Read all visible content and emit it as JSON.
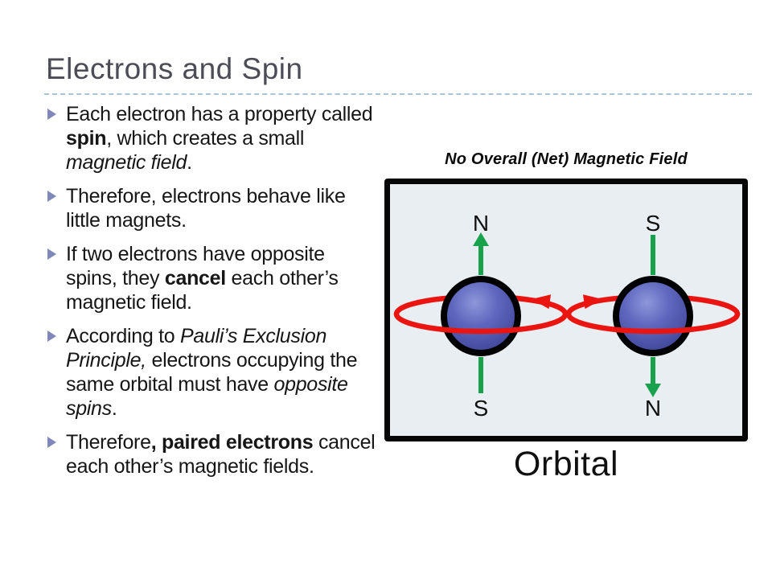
{
  "slide": {
    "title": "Electrons and Spin",
    "bullets": {
      "b1": {
        "s1": "Each electron has a property called ",
        "s2": "spin",
        "s3": ", which creates a small ",
        "s4": "magnetic field",
        "s5": "."
      },
      "b2": {
        "s1": "Therefore, electrons behave like little magnets."
      },
      "b3": {
        "s1": "If two electrons have opposite spins, they ",
        "s2": "cancel",
        "s3": " each other’s magnetic field."
      },
      "b4": {
        "s1": "According to ",
        "s2": "Pauli’s Exclusion Principle,",
        "s3": " electrons occupying the same orbital must have ",
        "s4": "opposite spins",
        "s5": "."
      },
      "b5": {
        "s1": "Therefore",
        "s2": ", paired electrons",
        "s3": " cancel each other’s magnetic fields."
      }
    }
  },
  "diagram": {
    "title": "No Overall (Net) Magnetic Field",
    "caption": "Orbital",
    "left_electron": {
      "top_label": "N",
      "bottom_label": "S"
    },
    "right_electron": {
      "top_label": "S",
      "bottom_label": "N"
    },
    "colors": {
      "pole_arrow_green": "#17a24b",
      "spin_arrow_red": "#ea1511",
      "box_fill": "#e9eef3",
      "box_border": "#060606",
      "sphere_blue": "#5e67be"
    }
  },
  "theme": {
    "title_color": "#4c4c57",
    "divider_color": "#a9c3d9",
    "bullet_marker_color": "#8087ba",
    "body_text_color": "#161616"
  }
}
